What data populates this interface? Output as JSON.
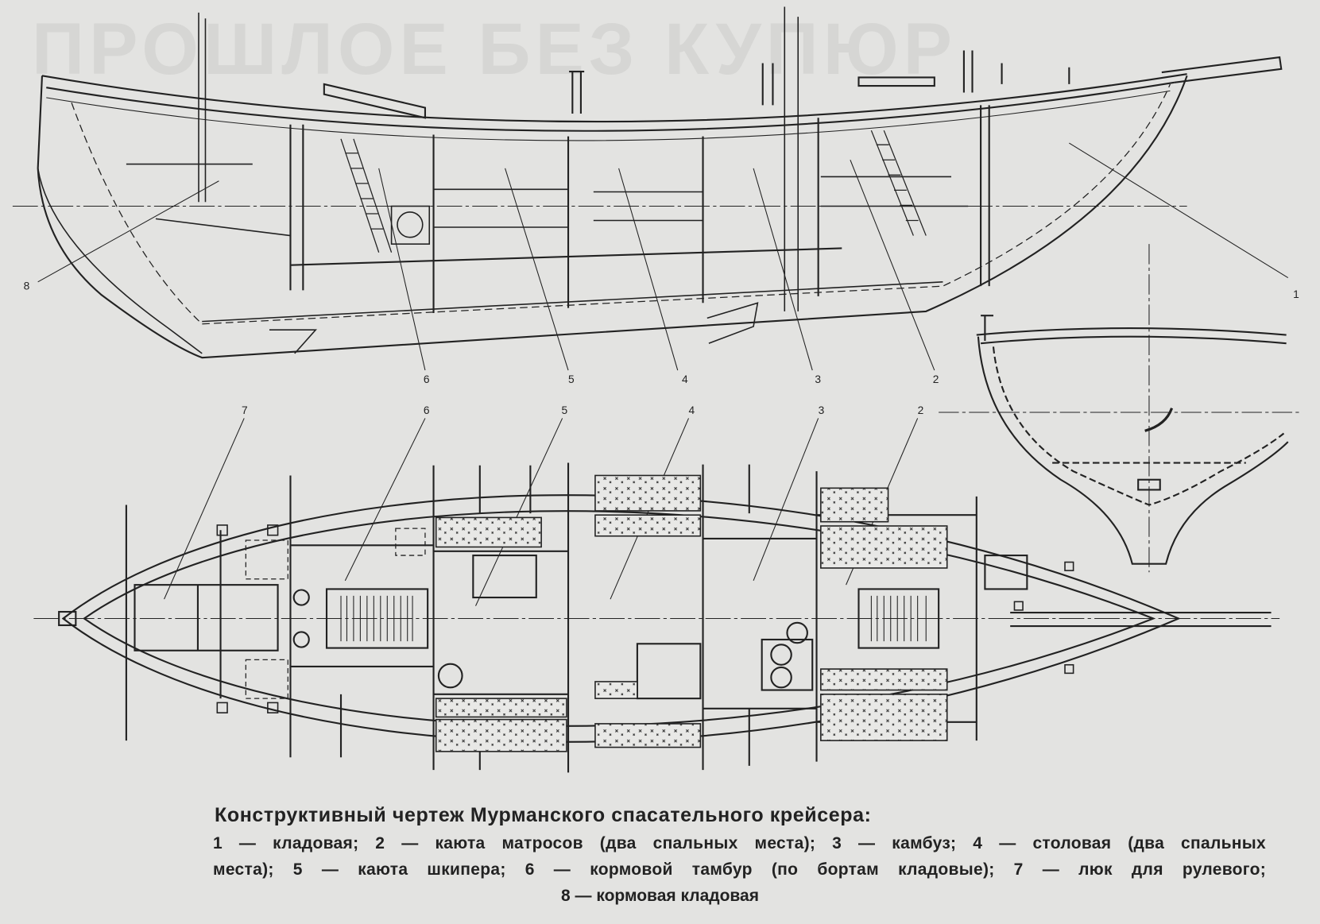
{
  "watermark": "ПРОШЛОЕ БЕЗ КУПЮР",
  "profile_labels": [
    "8",
    "6",
    "5",
    "4",
    "3",
    "2",
    "1"
  ],
  "plan_labels": [
    "7",
    "6",
    "5",
    "4",
    "3",
    "2"
  ],
  "caption": {
    "title": "Конструктивный чертеж Мурманского спасательного крейсера:",
    "line1": "1 — кладовая; 2 — каюта матросов (два спальных места); 3 — камбуз; 4 — столовая (два спальных",
    "line2": "места); 5 — каюта шкипера; 6 — кормовой тамбур (по бортам кладовые); 7 — люк для рулевого;",
    "line3": "8 — кормовая кладовая"
  },
  "colors": {
    "paper": "#e3e3e1",
    "ink": "#222222"
  }
}
